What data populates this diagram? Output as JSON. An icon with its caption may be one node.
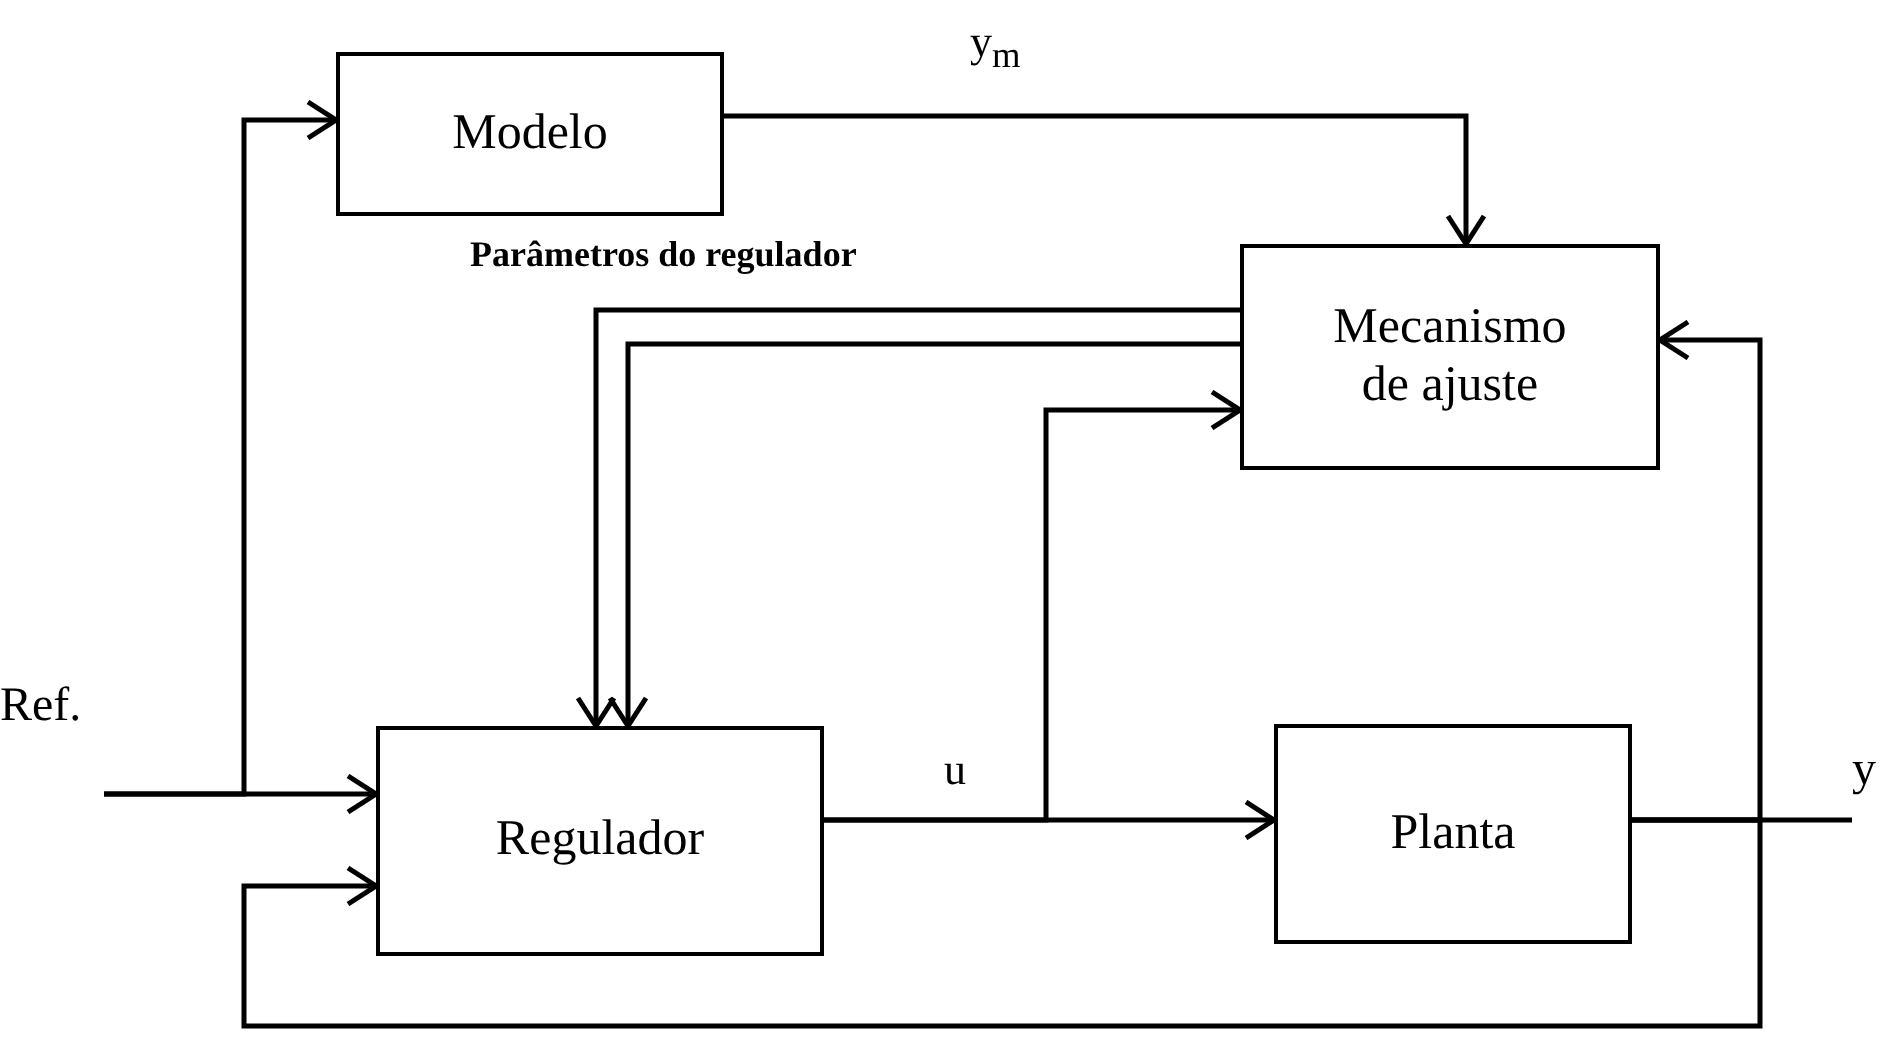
{
  "diagram": {
    "nodes": [
      {
        "text": [
          "Modelo"
        ]
      },
      {
        "text": [
          "Mecanismo de ajuste"
        ]
      },
      {
        "text": [
          "Regulador"
        ]
      },
      {
        "text": [
          "Planta"
        ]
      },
      {
        "text": [
          "Ref."
        ]
      },
      {
        "text": [
          "y"
        ]
      }
    ],
    "edges": [
      {
        "from": 4,
        "to": 2,
        "arrow": "to"
      },
      {
        "from": 4,
        "to": 0,
        "arrow": "to"
      },
      {
        "from": 0,
        "to": 1,
        "arrow": "to",
        "label": "y$_{m}$"
      },
      {
        "from": 1,
        "to": 2,
        "arrow": "to",
        "label": "Parâmetros do regulador"
      },
      {
        "from": 1,
        "to": 2,
        "arrow": "to"
      },
      {
        "from": 2,
        "to": 3,
        "arrow": "to",
        "label": "u"
      },
      {
        "from": 2,
        "to": 1,
        "arrow": "to"
      },
      {
        "from": 3,
        "to": 5,
        "arrow": "none"
      },
      {
        "from": 3,
        "to": 1,
        "arrow": "to"
      },
      {
        "from": 3,
        "to": 2,
        "arrow": "to"
      }
    ]
  }
}
